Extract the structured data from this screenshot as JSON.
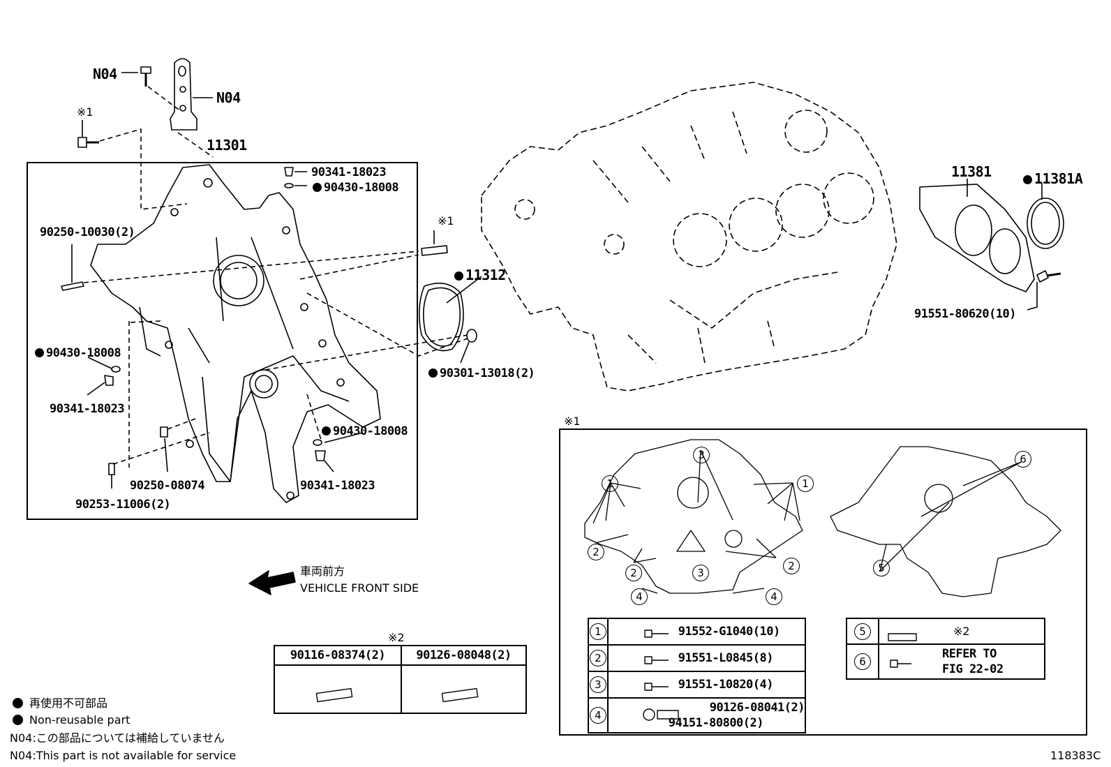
{
  "diagram_ref": "118383C",
  "labels": {
    "n04_bolt": "N04",
    "n04_bracket": "N04",
    "note1_top": "※1",
    "cover_part": "11301",
    "p_90341_top": "90341-18023",
    "p_90430_top": "90430-18008",
    "p_90250_10030": "90250-10030(2)",
    "note1_stud": "※1",
    "p_11312": "11312",
    "p_90430_left": "90430-18008",
    "p_90341_left": "90341-18023",
    "p_90301": "90301-13018(2)",
    "p_90430_bottom": "90430-18008",
    "p_90250_08074": "90250-08074",
    "p_90341_bottom": "90341-18023",
    "p_90253": "90253-11006(2)",
    "p_11381": "11381",
    "p_11381A": "11381A",
    "p_91551_80620": "91551-80620(10)"
  },
  "direction": {
    "jp": "車両前方",
    "en": "VEHICLE FRONT SIDE"
  },
  "note2_table": {
    "mark": "※2",
    "cols": [
      "90116-08374(2)",
      "90126-08048(2)"
    ]
  },
  "note1_panel": {
    "mark": "※1",
    "callouts": [
      "1",
      "2",
      "3",
      "4",
      "5",
      "6"
    ],
    "rows_left": [
      {
        "num": "1",
        "parts": [
          "91552-G1040(10)"
        ]
      },
      {
        "num": "2",
        "parts": [
          "91551-L0845(8)"
        ]
      },
      {
        "num": "3",
        "parts": [
          "91551-10820(4)"
        ]
      },
      {
        "num": "4",
        "parts": [
          "90126-08041(2)",
          "94151-80800(2)"
        ]
      }
    ],
    "rows_right": [
      {
        "num": "5",
        "text": "※2"
      },
      {
        "num": "6",
        "text_line1": "REFER TO",
        "text_line2": "FIG 22-02"
      }
    ]
  },
  "legend": {
    "line1": "再使用不可部品",
    "line2": "Non-reusable part",
    "line3": "N04:この部品については補給していません",
    "line4": "N04:This part is not available for service"
  }
}
